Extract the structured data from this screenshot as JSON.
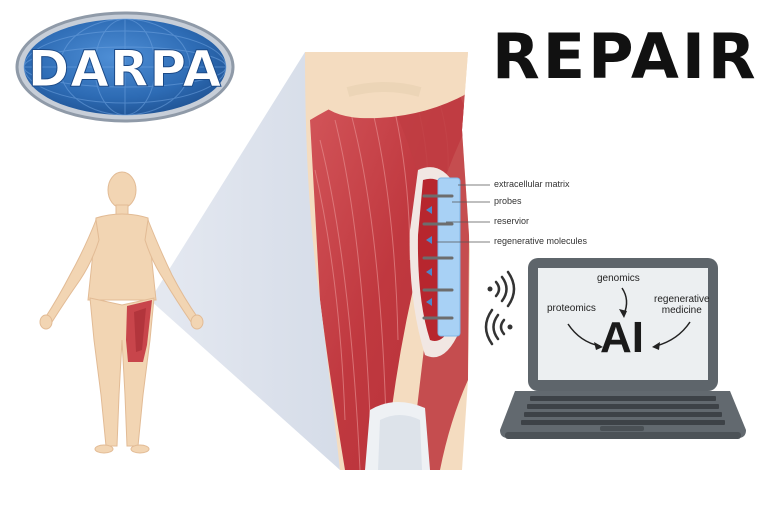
{
  "logo": {
    "text": "DARPA",
    "colors": {
      "oval": "#2d6bb4",
      "rim": "#9aa7b6",
      "letters": "#ffffff"
    }
  },
  "title": "REPAIR",
  "implant_labels": [
    "extracellular matrix",
    "probes",
    "reservior",
    "regenerative molecules"
  ],
  "laptop": {
    "center_label": "AI",
    "inputs": [
      {
        "text": "genomics"
      },
      {
        "text": "proteomics"
      },
      {
        "text": "regenerative medicine",
        "lines": [
          "regenerative",
          "medicine"
        ]
      }
    ]
  },
  "colors": {
    "skin": "#f3d6b6",
    "muscle": "#c8454b",
    "implant": "#a8d1f5",
    "laptop": "#5e656b",
    "beam": "#d9dfe9"
  },
  "icons": [
    "human-figure-icon",
    "wireless-signal-icon",
    "laptop-icon",
    "arrow-icon"
  ]
}
